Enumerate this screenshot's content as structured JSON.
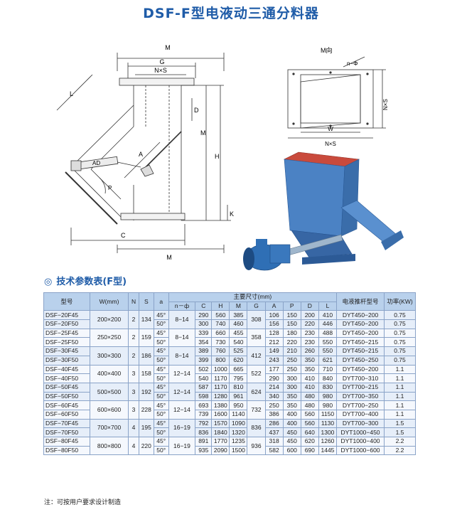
{
  "title": "DSF-F型电液动三通分料器",
  "drawing_left": {
    "labels": {
      "m_top": "M",
      "g": "G",
      "nxs": "N×S",
      "d": "D",
      "l": "L",
      "m_side": "M",
      "h": "H",
      "a": "A",
      "ad": "AD",
      "p": "P",
      "k": "K",
      "c": "C",
      "m_bottom": "M"
    }
  },
  "drawing_right": {
    "labels": {
      "m_view": "M向",
      "n_phi": "n−Φ",
      "nxs_side": "N×S",
      "w_inner": "W",
      "nxs_bottom": "N×S"
    }
  },
  "colors": {
    "title": "#1f5ca8",
    "header_bg": "#b9d1ec",
    "border": "#8aa3c8",
    "hopper": "#4b82c4",
    "motor": "#2f6fb5"
  },
  "section_title": "技术参数表(F型)",
  "section_bullet": "◎",
  "table": {
    "h_model": "型号",
    "h_w": "W(mm)",
    "h_n": "N",
    "h_s": "S",
    "h_a": "a",
    "h_main": "主要尺寸(mm)",
    "h_pusher": "电液推杆型号",
    "h_power": "功率(KW)",
    "sub": [
      "n－ф",
      "C",
      "H",
      "M",
      "G",
      "A",
      "P",
      "D",
      "L"
    ],
    "groups": [
      {
        "w": "200×200",
        "n": "2",
        "s": "134",
        "phi": "8−14",
        "g": "308",
        "rows": [
          {
            "model": "DSF−20F45",
            "a": "45°",
            "c": "290",
            "h": "560",
            "m": "385",
            "av": "106",
            "p": "150",
            "d": "200",
            "l": "410",
            "pusher": "DYT450−200",
            "power": "0.75"
          },
          {
            "model": "DSF−20F50",
            "a": "50°",
            "c": "300",
            "h": "740",
            "m": "460",
            "av": "156",
            "p": "150",
            "d": "220",
            "l": "446",
            "pusher": "DYT450−200",
            "power": "0.75"
          }
        ]
      },
      {
        "w": "250×250",
        "n": "2",
        "s": "159",
        "phi": "8−14",
        "g": "358",
        "rows": [
          {
            "model": "DSF−25F45",
            "a": "45°",
            "c": "339",
            "h": "660",
            "m": "455",
            "av": "128",
            "p": "180",
            "d": "230",
            "l": "488",
            "pusher": "DYT450−200",
            "power": "0.75"
          },
          {
            "model": "DSF−25F50",
            "a": "50°",
            "c": "354",
            "h": "730",
            "m": "540",
            "av": "212",
            "p": "220",
            "d": "230",
            "l": "550",
            "pusher": "DYT450−215",
            "power": "0.75"
          }
        ]
      },
      {
        "w": "300×300",
        "n": "2",
        "s": "186",
        "phi": "8−14",
        "g": "412",
        "rows": [
          {
            "model": "DSF−30F45",
            "a": "45°",
            "c": "389",
            "h": "760",
            "m": "525",
            "av": "149",
            "p": "210",
            "d": "260",
            "l": "550",
            "pusher": "DYT450−215",
            "power": "0.75"
          },
          {
            "model": "DSF−30F50",
            "a": "50°",
            "c": "399",
            "h": "800",
            "m": "620",
            "av": "243",
            "p": "250",
            "d": "350",
            "l": "621",
            "pusher": "DYT450−250",
            "power": "0.75"
          }
        ]
      },
      {
        "w": "400×400",
        "n": "3",
        "s": "158",
        "phi": "12−14",
        "g": "522",
        "rows": [
          {
            "model": "DSF−40F45",
            "a": "45°",
            "c": "502",
            "h": "1000",
            "m": "665",
            "av": "177",
            "p": "250",
            "d": "350",
            "l": "710",
            "pusher": "DYT450−200",
            "power": "1.1"
          },
          {
            "model": "DSF−40F50",
            "a": "50°",
            "c": "540",
            "h": "1170",
            "m": "795",
            "av": "290",
            "p": "300",
            "d": "410",
            "l": "840",
            "pusher": "DYT700−310",
            "power": "1.1"
          }
        ]
      },
      {
        "w": "500×500",
        "n": "3",
        "s": "192",
        "phi": "12−14",
        "g": "624",
        "rows": [
          {
            "model": "DSF−50F45",
            "a": "45°",
            "c": "587",
            "h": "1170",
            "m": "810",
            "av": "214",
            "p": "300",
            "d": "410",
            "l": "830",
            "pusher": "DYT700−215",
            "power": "1.1"
          },
          {
            "model": "DSF−50F50",
            "a": "50°",
            "c": "598",
            "h": "1280",
            "m": "961",
            "av": "340",
            "p": "350",
            "d": "480",
            "l": "980",
            "pusher": "DYT700−350",
            "power": "1.1"
          }
        ]
      },
      {
        "w": "600×600",
        "n": "3",
        "s": "228",
        "phi": "12−14",
        "g": "732",
        "rows": [
          {
            "model": "DSF−60F45",
            "a": "45°",
            "c": "693",
            "h": "1380",
            "m": "950",
            "av": "250",
            "p": "350",
            "d": "480",
            "l": "980",
            "pusher": "DYT700−250",
            "power": "1.1"
          },
          {
            "model": "DSF−60F50",
            "a": "50°",
            "c": "739",
            "h": "1600",
            "m": "1140",
            "av": "386",
            "p": "400",
            "d": "560",
            "l": "1150",
            "pusher": "DYT700−400",
            "power": "1.1"
          }
        ]
      },
      {
        "w": "700×700",
        "n": "4",
        "s": "195",
        "phi": "16−19",
        "g": "836",
        "rows": [
          {
            "model": "DSF−70F45",
            "a": "45°",
            "c": "792",
            "h": "1570",
            "m": "1090",
            "av": "286",
            "p": "400",
            "d": "560",
            "l": "1130",
            "pusher": "DYT700−300",
            "power": "1.5"
          },
          {
            "model": "DSF−70F50",
            "a": "50°",
            "c": "836",
            "h": "1840",
            "m": "1320",
            "av": "437",
            "p": "450",
            "d": "640",
            "l": "1300",
            "pusher": "DYT1000−450",
            "power": "1.5"
          }
        ]
      },
      {
        "w": "800×800",
        "n": "4",
        "s": "220",
        "phi": "16−19",
        "g": "936",
        "rows": [
          {
            "model": "DSF−80F45",
            "a": "45°",
            "c": "891",
            "h": "1770",
            "m": "1235",
            "av": "318",
            "p": "450",
            "d": "620",
            "l": "1260",
            "pusher": "DYT1000−400",
            "power": "2.2"
          },
          {
            "model": "DSF−80F50",
            "a": "50°",
            "c": "935",
            "h": "2090",
            "m": "1500",
            "av": "582",
            "p": "600",
            "d": "690",
            "l": "1445",
            "pusher": "DYT1000−600",
            "power": "2.2"
          }
        ]
      }
    ]
  },
  "note": "注：可按用户要求设计制造"
}
